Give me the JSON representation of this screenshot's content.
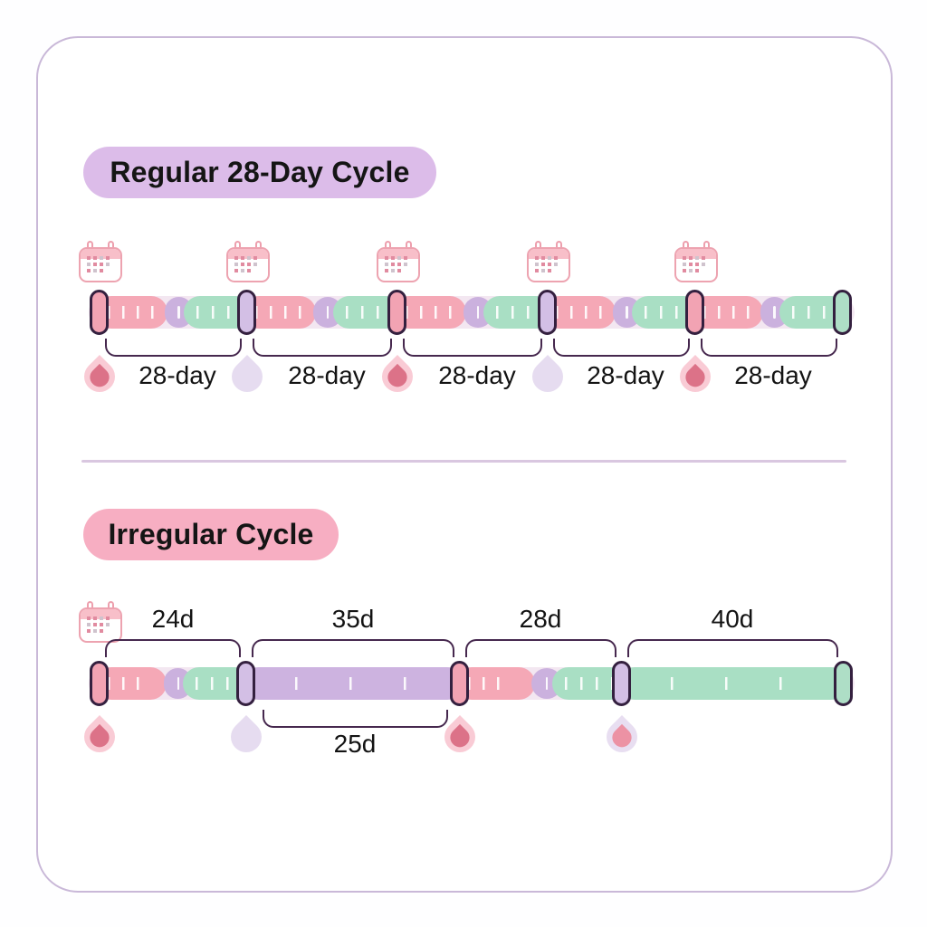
{
  "regular_section": {
    "title": "Regular 28-Day Cycle",
    "cycle_labels": [
      "28-day",
      "28-day",
      "28-day",
      "28-day",
      "28-day"
    ]
  },
  "irregular_section": {
    "title": "Irregular Cycle",
    "segment_labels": [
      "24d",
      "35d",
      "28d",
      "40d"
    ],
    "sub_segment_label": "25d"
  },
  "icons": {
    "calendar": "calendar-icon",
    "period_drop": "blood-drop-icon",
    "ovulation_drop": "ovulation-drop-icon"
  },
  "colors": {
    "frame_border": "#C9B8D8",
    "regular_pill_bg": "#DCBCE9",
    "irregular_pill_bg": "#F7AEC2",
    "period_pink": "#F5A8B6",
    "fertile_lavender": "#CCB2DF",
    "luteal_green": "#A9DFC4",
    "marker_outline": "#34203F",
    "bracket": "#46284E",
    "divider": "#D9C7E0",
    "text": "#141414"
  }
}
